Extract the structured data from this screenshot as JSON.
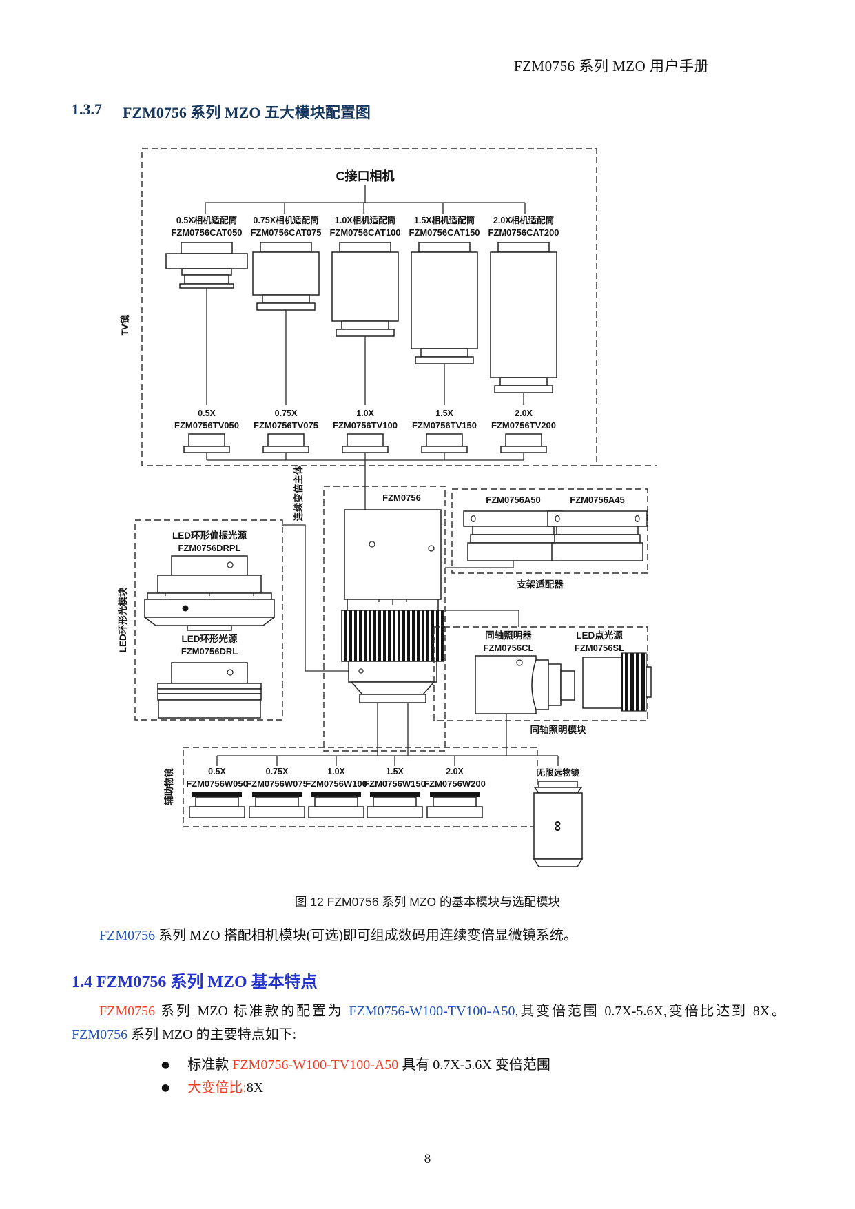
{
  "page": {
    "header": "FZM0756 系列 MZO 用户手册",
    "page_number": "8"
  },
  "section137": {
    "number": "1.3.7",
    "title": "FZM0756 系列 MZO 五大模块配置图"
  },
  "figure": {
    "camera": "C接口相机",
    "tv_label": "TV镜",
    "adapters": [
      {
        "name": "0.5X相机适配筒",
        "model": "FZM0756CAT050"
      },
      {
        "name": "0.75X相机适配筒",
        "model": "FZM0756CAT075"
      },
      {
        "name": "1.0X相机适配筒",
        "model": "FZM0756CAT100"
      },
      {
        "name": "1.5X相机适配筒",
        "model": "FZM0756CAT150"
      },
      {
        "name": "2.0X相机适配筒",
        "model": "FZM0756CAT200"
      }
    ],
    "tv_lenses": [
      {
        "name": "0.5X",
        "model": "FZM0756TV050"
      },
      {
        "name": "0.75X",
        "model": "FZM0756TV075"
      },
      {
        "name": "1.0X",
        "model": "FZM0756TV100"
      },
      {
        "name": "1.5X",
        "model": "FZM0756TV150"
      },
      {
        "name": "2.0X",
        "model": "FZM0756TV200"
      }
    ],
    "main_body": {
      "model": "FZM0756",
      "side_label": "连续变倍主体"
    },
    "bracket": {
      "a50": "FZM0756A50",
      "a45": "FZM0756A45",
      "label": "支架适配器"
    },
    "led_ring": {
      "side_label": "LED环形光模块",
      "polarized_name": "LED环形偏振光源",
      "polarized_model": "FZM0756DRPL",
      "ring_name": "LED环形光源",
      "ring_model": "FZM0756DRL"
    },
    "coaxial": {
      "label": "同轴照明模块",
      "illuminator_name": "同轴照明器",
      "illuminator_model": "FZM0756CL",
      "led_name": "LED点光源",
      "led_model": "FZM0756SL"
    },
    "objectives": {
      "side_label": "辅助物镜",
      "items": [
        {
          "name": "0.5X",
          "model": "FZM0756W050"
        },
        {
          "name": "0.75X",
          "model": "FZM0756W075"
        },
        {
          "name": "1.0X",
          "model": "FZM0756W100"
        },
        {
          "name": "1.5X",
          "model": "FZM0756W150"
        },
        {
          "name": "2.0X",
          "model": "FZM0756W200"
        }
      ],
      "infinity_name": "无限远物镜",
      "infinity_symbol": "∞"
    }
  },
  "caption": "图 12 FZM0756 系列 MZO 的基本模块与选配模块",
  "para1": {
    "link": "FZM0756",
    "text": " 系列 MZO 搭配相机模块(可选)即可组成数码用连续变倍显微镜系统。"
  },
  "section14": {
    "title": "1.4 FZM0756 系列 MZO 基本特点"
  },
  "para2": {
    "s1": "FZM0756",
    "s2": " 系列 MZO 标准款的配置为 ",
    "s3": "FZM0756-W100-TV100-A50",
    "s4": ",其变倍范围 0.7X-5.6X,变倍比达到 8X。",
    "s5": "FZM0756",
    "s6": " 系列 MZO 的主要特点如下:"
  },
  "bullets": {
    "dot": "●",
    "b1": {
      "pre": "标准款 ",
      "highlight": "FZM0756-W100-TV100-A50",
      "post": " 具有 0.7X-5.6X 变倍范围"
    },
    "b2": {
      "highlight": "大变倍比:",
      "post": "8X"
    }
  },
  "colors": {
    "heading_137": "#17365D",
    "heading_14": "#2433CC",
    "link_blue": "#2052B8",
    "accent_red": "#F03B23",
    "line_black": "#222222"
  }
}
